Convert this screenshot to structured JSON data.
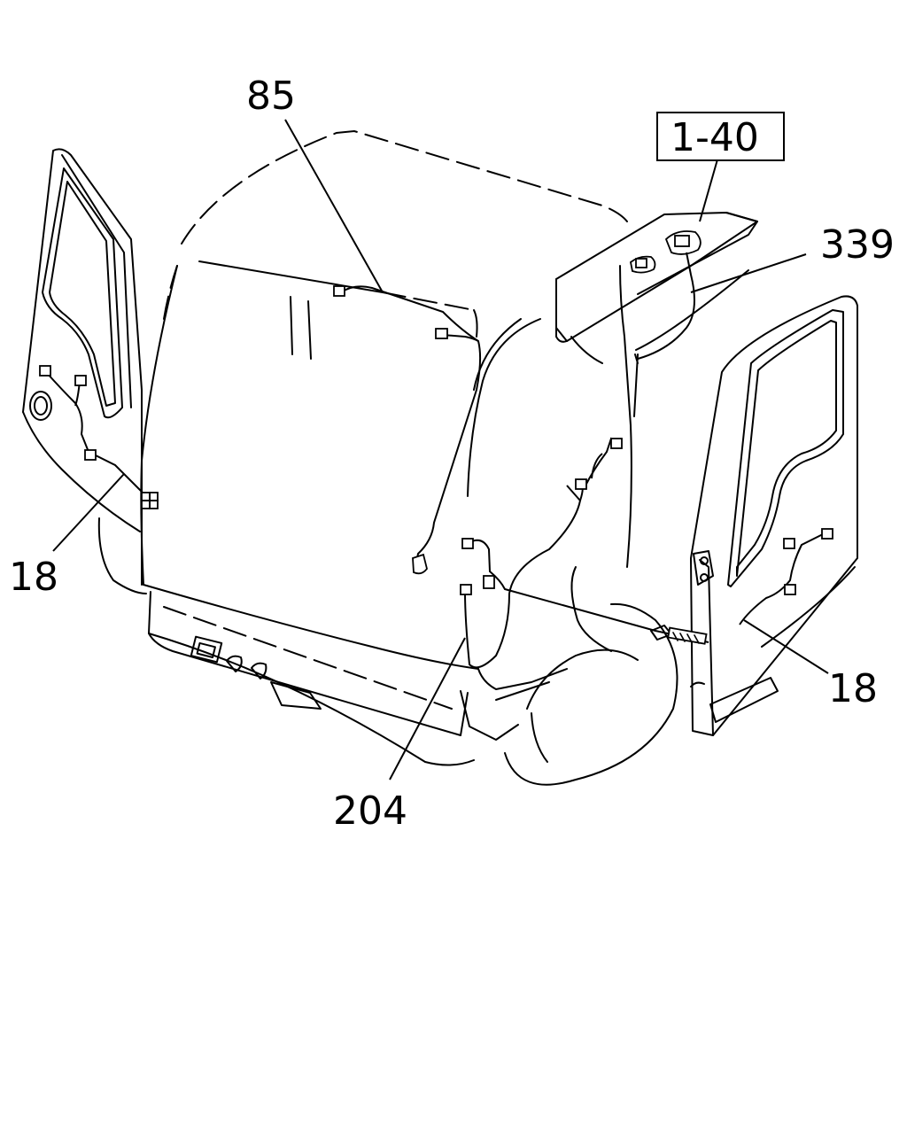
{
  "callouts": {
    "harness_85": "85",
    "ref_1_40": "1-40",
    "harness_339": "339",
    "harness_18_left": "18",
    "harness_18_right": "18",
    "harness_204": "204"
  }
}
